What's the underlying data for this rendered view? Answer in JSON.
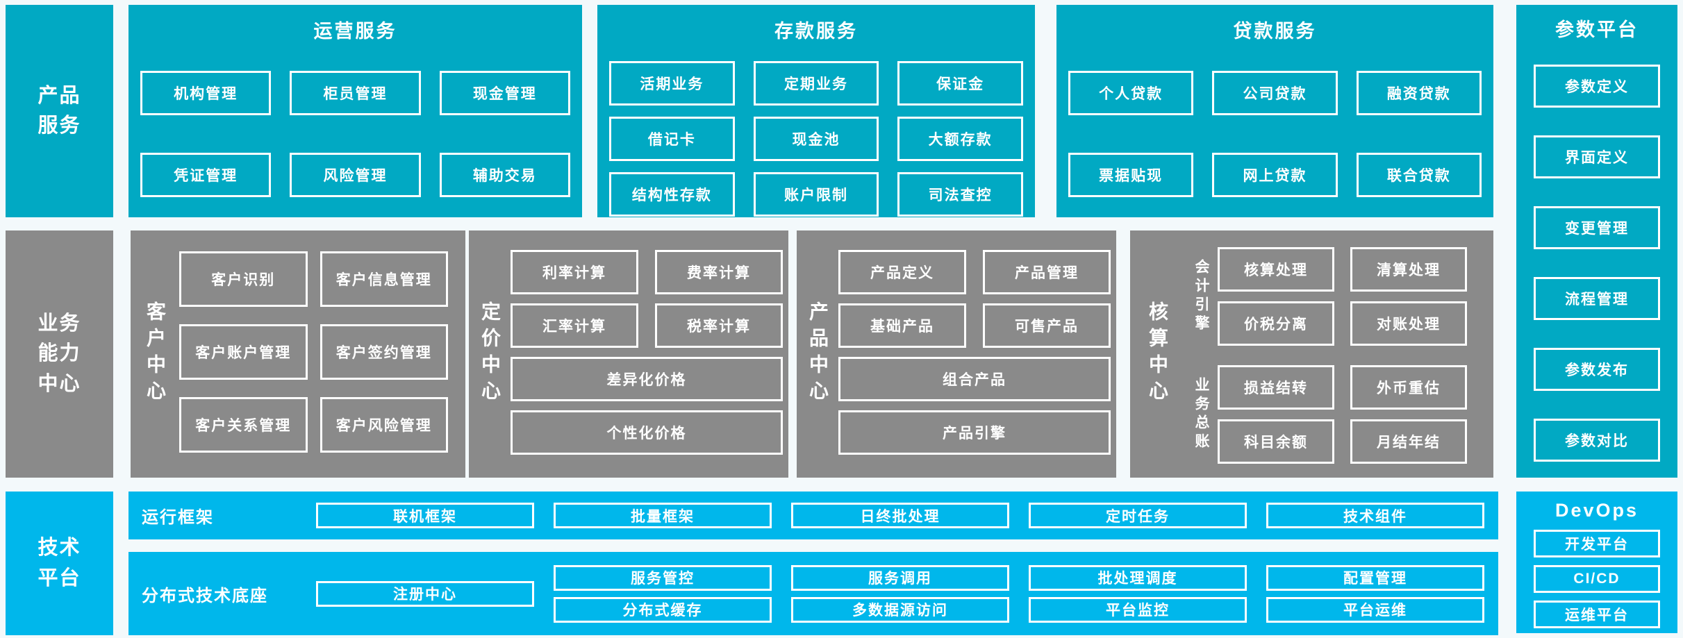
{
  "palette": {
    "teal": "#01A9C3",
    "gray": "#8A8A8A",
    "blue": "#00B7EB",
    "bg": "#F3F9FB",
    "box_border": "#FFFFFF",
    "text": "#FFFFFF"
  },
  "product_services": {
    "row_label": "产品\n服务",
    "operations": {
      "title": "运营服务",
      "items": [
        "机构管理",
        "柜员管理",
        "现金管理",
        "凭证管理",
        "风险管理",
        "辅助交易"
      ]
    },
    "deposit": {
      "title": "存款服务",
      "items": [
        "活期业务",
        "定期业务",
        "保证金",
        "借记卡",
        "现金池",
        "大额存款",
        "结构性存款",
        "账户限制",
        "司法查控"
      ]
    },
    "loan": {
      "title": "贷款服务",
      "items": [
        "个人贷款",
        "公司贷款",
        "融资贷款",
        "票据贴现",
        "网上贷款",
        "联合贷款"
      ]
    }
  },
  "parameter_platform": {
    "title": "参数平台",
    "items": [
      "参数定义",
      "界面定义",
      "变更管理",
      "流程管理",
      "参数发布",
      "参数对比"
    ]
  },
  "business_centers": {
    "row_label": "业务\n能力\n中心",
    "customer": {
      "label": "客户中心",
      "items": [
        "客户识别",
        "客户信息管理",
        "客户账户管理",
        "客户签约管理",
        "客户关系管理",
        "客户风险管理"
      ]
    },
    "pricing": {
      "label": "定价中心",
      "items": [
        "利率计算",
        "费率计算",
        "汇率计算",
        "税率计算"
      ],
      "wide": [
        "差异化价格",
        "个性化价格"
      ]
    },
    "product": {
      "label": "产品中心",
      "items": [
        "产品定义",
        "产品管理",
        "基础产品",
        "可售产品"
      ],
      "wide": [
        "组合产品",
        "产品引擎"
      ]
    },
    "accounting": {
      "label": "核算中心",
      "engine": {
        "label": "会计引擎",
        "items": [
          "核算处理",
          "清算处理",
          "价税分离",
          "对账处理"
        ]
      },
      "ledger": {
        "label": "业务总账",
        "items": [
          "损益结转",
          "外币重估",
          "科目余额",
          "月结年结"
        ]
      }
    }
  },
  "tech_platform": {
    "row_label": "技术\n平台",
    "runtime": {
      "label": "运行框架",
      "items": [
        "联机框架",
        "批量框架",
        "日终批处理",
        "定时任务",
        "技术组件"
      ]
    },
    "distributed": {
      "label": "分布式技术底座",
      "registry": "注册中心",
      "row1": [
        "服务管控",
        "服务调用",
        "批处理调度",
        "配置管理"
      ],
      "row2": [
        "分布式缓存",
        "多数据源访问",
        "平台监控",
        "平台运维"
      ]
    }
  },
  "devops": {
    "title": "DevOps",
    "items": [
      "开发平台",
      "CI/CD",
      "运维平台"
    ]
  }
}
